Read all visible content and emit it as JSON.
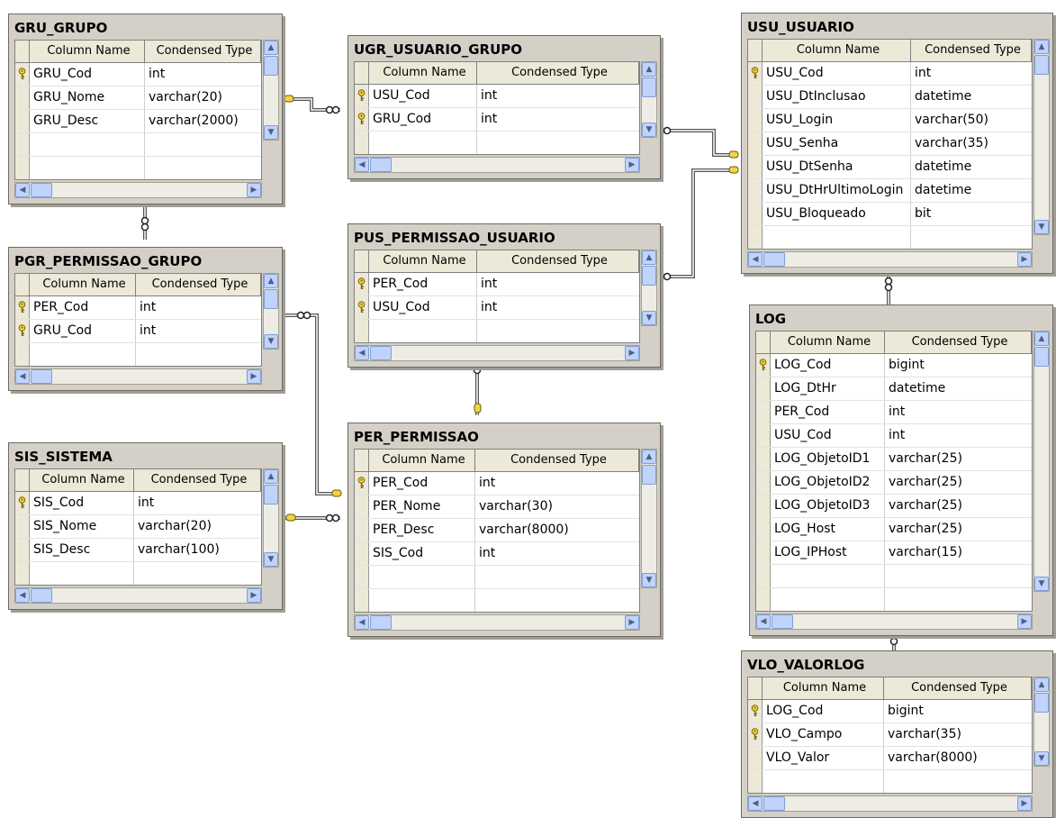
{
  "diagram": {
    "header": {
      "column_name": "Column Name",
      "condensed_type": "Condensed Type"
    },
    "tables": [
      {
        "name": "GRU_GRUPO",
        "columns": [
          {
            "name": "GRU_Cod",
            "type": "int",
            "pk": true
          },
          {
            "name": "GRU_Nome",
            "type": "varchar(20)",
            "pk": false
          },
          {
            "name": "GRU_Desc",
            "type": "varchar(2000)",
            "pk": false
          }
        ]
      },
      {
        "name": "UGR_USUARIO_GRUPO",
        "columns": [
          {
            "name": "USU_Cod",
            "type": "int",
            "pk": true
          },
          {
            "name": "GRU_Cod",
            "type": "int",
            "pk": true
          }
        ]
      },
      {
        "name": "USU_USUARIO",
        "columns": [
          {
            "name": "USU_Cod",
            "type": "int",
            "pk": true
          },
          {
            "name": "USU_DtInclusao",
            "type": "datetime",
            "pk": false
          },
          {
            "name": "USU_Login",
            "type": "varchar(50)",
            "pk": false
          },
          {
            "name": "USU_Senha",
            "type": "varchar(35)",
            "pk": false
          },
          {
            "name": "USU_DtSenha",
            "type": "datetime",
            "pk": false
          },
          {
            "name": "USU_DtHrUltimoLogin",
            "type": "datetime",
            "pk": false
          },
          {
            "name": "USU_Bloqueado",
            "type": "bit",
            "pk": false
          }
        ]
      },
      {
        "name": "PGR_PERMISSAO_GRUPO",
        "columns": [
          {
            "name": "PER_Cod",
            "type": "int",
            "pk": true
          },
          {
            "name": "GRU_Cod",
            "type": "int",
            "pk": true
          }
        ]
      },
      {
        "name": "PUS_PERMISSAO_USUARIO",
        "columns": [
          {
            "name": "PER_Cod",
            "type": "int",
            "pk": true
          },
          {
            "name": "USU_Cod",
            "type": "int",
            "pk": true
          }
        ]
      },
      {
        "name": "LOG",
        "columns": [
          {
            "name": "LOG_Cod",
            "type": "bigint",
            "pk": true
          },
          {
            "name": "LOG_DtHr",
            "type": "datetime",
            "pk": false
          },
          {
            "name": "PER_Cod",
            "type": "int",
            "pk": false
          },
          {
            "name": "USU_Cod",
            "type": "int",
            "pk": false
          },
          {
            "name": "LOG_ObjetoID1",
            "type": "varchar(25)",
            "pk": false
          },
          {
            "name": "LOG_ObjetoID2",
            "type": "varchar(25)",
            "pk": false
          },
          {
            "name": "LOG_ObjetoID3",
            "type": "varchar(25)",
            "pk": false
          },
          {
            "name": "LOG_Host",
            "type": "varchar(25)",
            "pk": false
          },
          {
            "name": "LOG_IPHost",
            "type": "varchar(15)",
            "pk": false
          }
        ]
      },
      {
        "name": "SIS_SISTEMA",
        "columns": [
          {
            "name": "SIS_Cod",
            "type": "int",
            "pk": true
          },
          {
            "name": "SIS_Nome",
            "type": "varchar(20)",
            "pk": false
          },
          {
            "name": "SIS_Desc",
            "type": "varchar(100)",
            "pk": false
          }
        ]
      },
      {
        "name": "PER_PERMISSAO",
        "columns": [
          {
            "name": "PER_Cod",
            "type": "int",
            "pk": true
          },
          {
            "name": "PER_Nome",
            "type": "varchar(30)",
            "pk": false
          },
          {
            "name": "PER_Desc",
            "type": "varchar(8000)",
            "pk": false
          },
          {
            "name": "SIS_Cod",
            "type": "int",
            "pk": false
          }
        ]
      },
      {
        "name": "VLO_VALORLOG",
        "columns": [
          {
            "name": "LOG_Cod",
            "type": "bigint",
            "pk": true
          },
          {
            "name": "VLO_Campo",
            "type": "varchar(35)",
            "pk": true
          },
          {
            "name": "VLO_Valor",
            "type": "varchar(8000)",
            "pk": false
          }
        ]
      }
    ]
  }
}
